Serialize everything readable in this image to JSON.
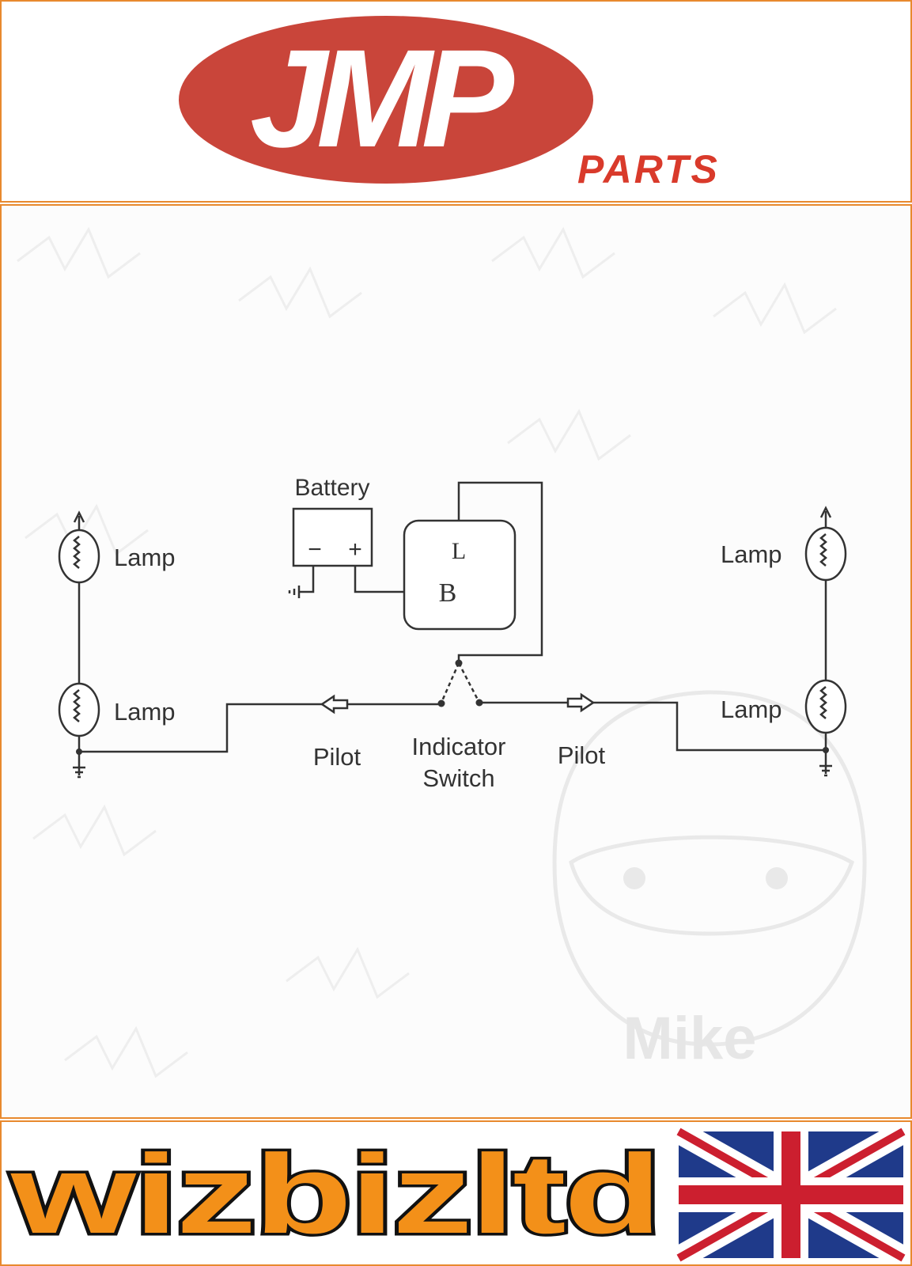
{
  "header": {
    "logo_text": "JMP",
    "parts_text": "PARTS",
    "colors": {
      "logo_oval": "#c9453a",
      "parts_text": "#d93a2b",
      "border": "#e8892e"
    }
  },
  "diagram": {
    "battery_label": "Battery",
    "battery_minus": "−",
    "battery_plus": "+",
    "relay_terminal_l": "L",
    "relay_terminal_b": "B",
    "lamp_left_top": "Lamp",
    "lamp_left_bottom": "Lamp",
    "lamp_right_top": "Lamp",
    "lamp_right_bottom": "Lamp",
    "pilot_left": "Pilot",
    "pilot_right": "Pilot",
    "switch_label_line1": "Indicator",
    "switch_label_line2": "Switch",
    "watermark_text": "Mike"
  },
  "footer": {
    "brand_text": "wizbizltd",
    "flag_icon": "union-jack-flag-icon",
    "colors": {
      "brand_fill": "#f39019",
      "brand_outline": "#111111"
    }
  }
}
